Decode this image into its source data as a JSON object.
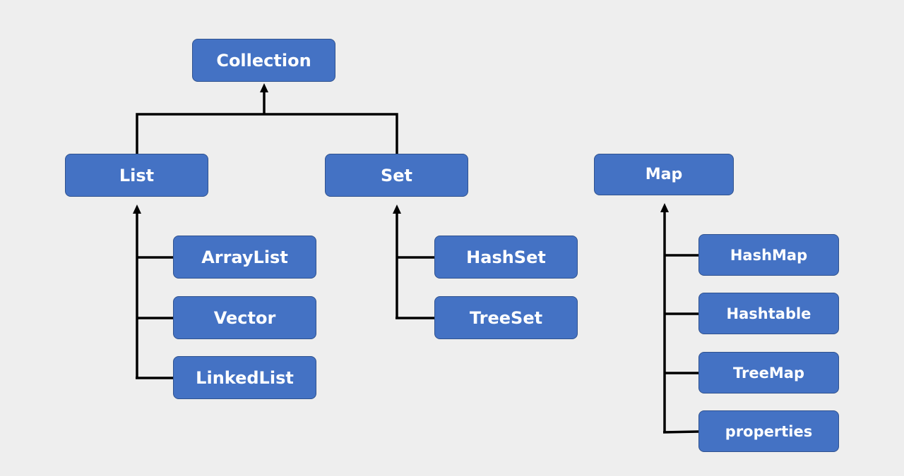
{
  "nodes": {
    "collection": "Collection",
    "list": "List",
    "set": "Set",
    "map": "Map",
    "arraylist": "ArrayList",
    "vector": "Vector",
    "linkedlist": "LinkedList",
    "hashset": "HashSet",
    "treeset": "TreeSet",
    "hashmap": "HashMap",
    "hashtable": "Hashtable",
    "treemap": "TreeMap",
    "properties": "properties"
  },
  "edges": [
    {
      "from": "list",
      "to": "collection"
    },
    {
      "from": "set",
      "to": "collection"
    },
    {
      "from": "arraylist",
      "to": "list"
    },
    {
      "from": "vector",
      "to": "list"
    },
    {
      "from": "linkedlist",
      "to": "list"
    },
    {
      "from": "hashset",
      "to": "set"
    },
    {
      "from": "treeset",
      "to": "set"
    },
    {
      "from": "hashmap",
      "to": "map"
    },
    {
      "from": "hashtable",
      "to": "map"
    },
    {
      "from": "treemap",
      "to": "map"
    },
    {
      "from": "properties",
      "to": "map"
    }
  ],
  "colors": {
    "node_fill": "#4472c4",
    "node_border": "#2f528f",
    "node_text": "#ffffff",
    "connector": "#000000",
    "background": "#eeeeee"
  }
}
